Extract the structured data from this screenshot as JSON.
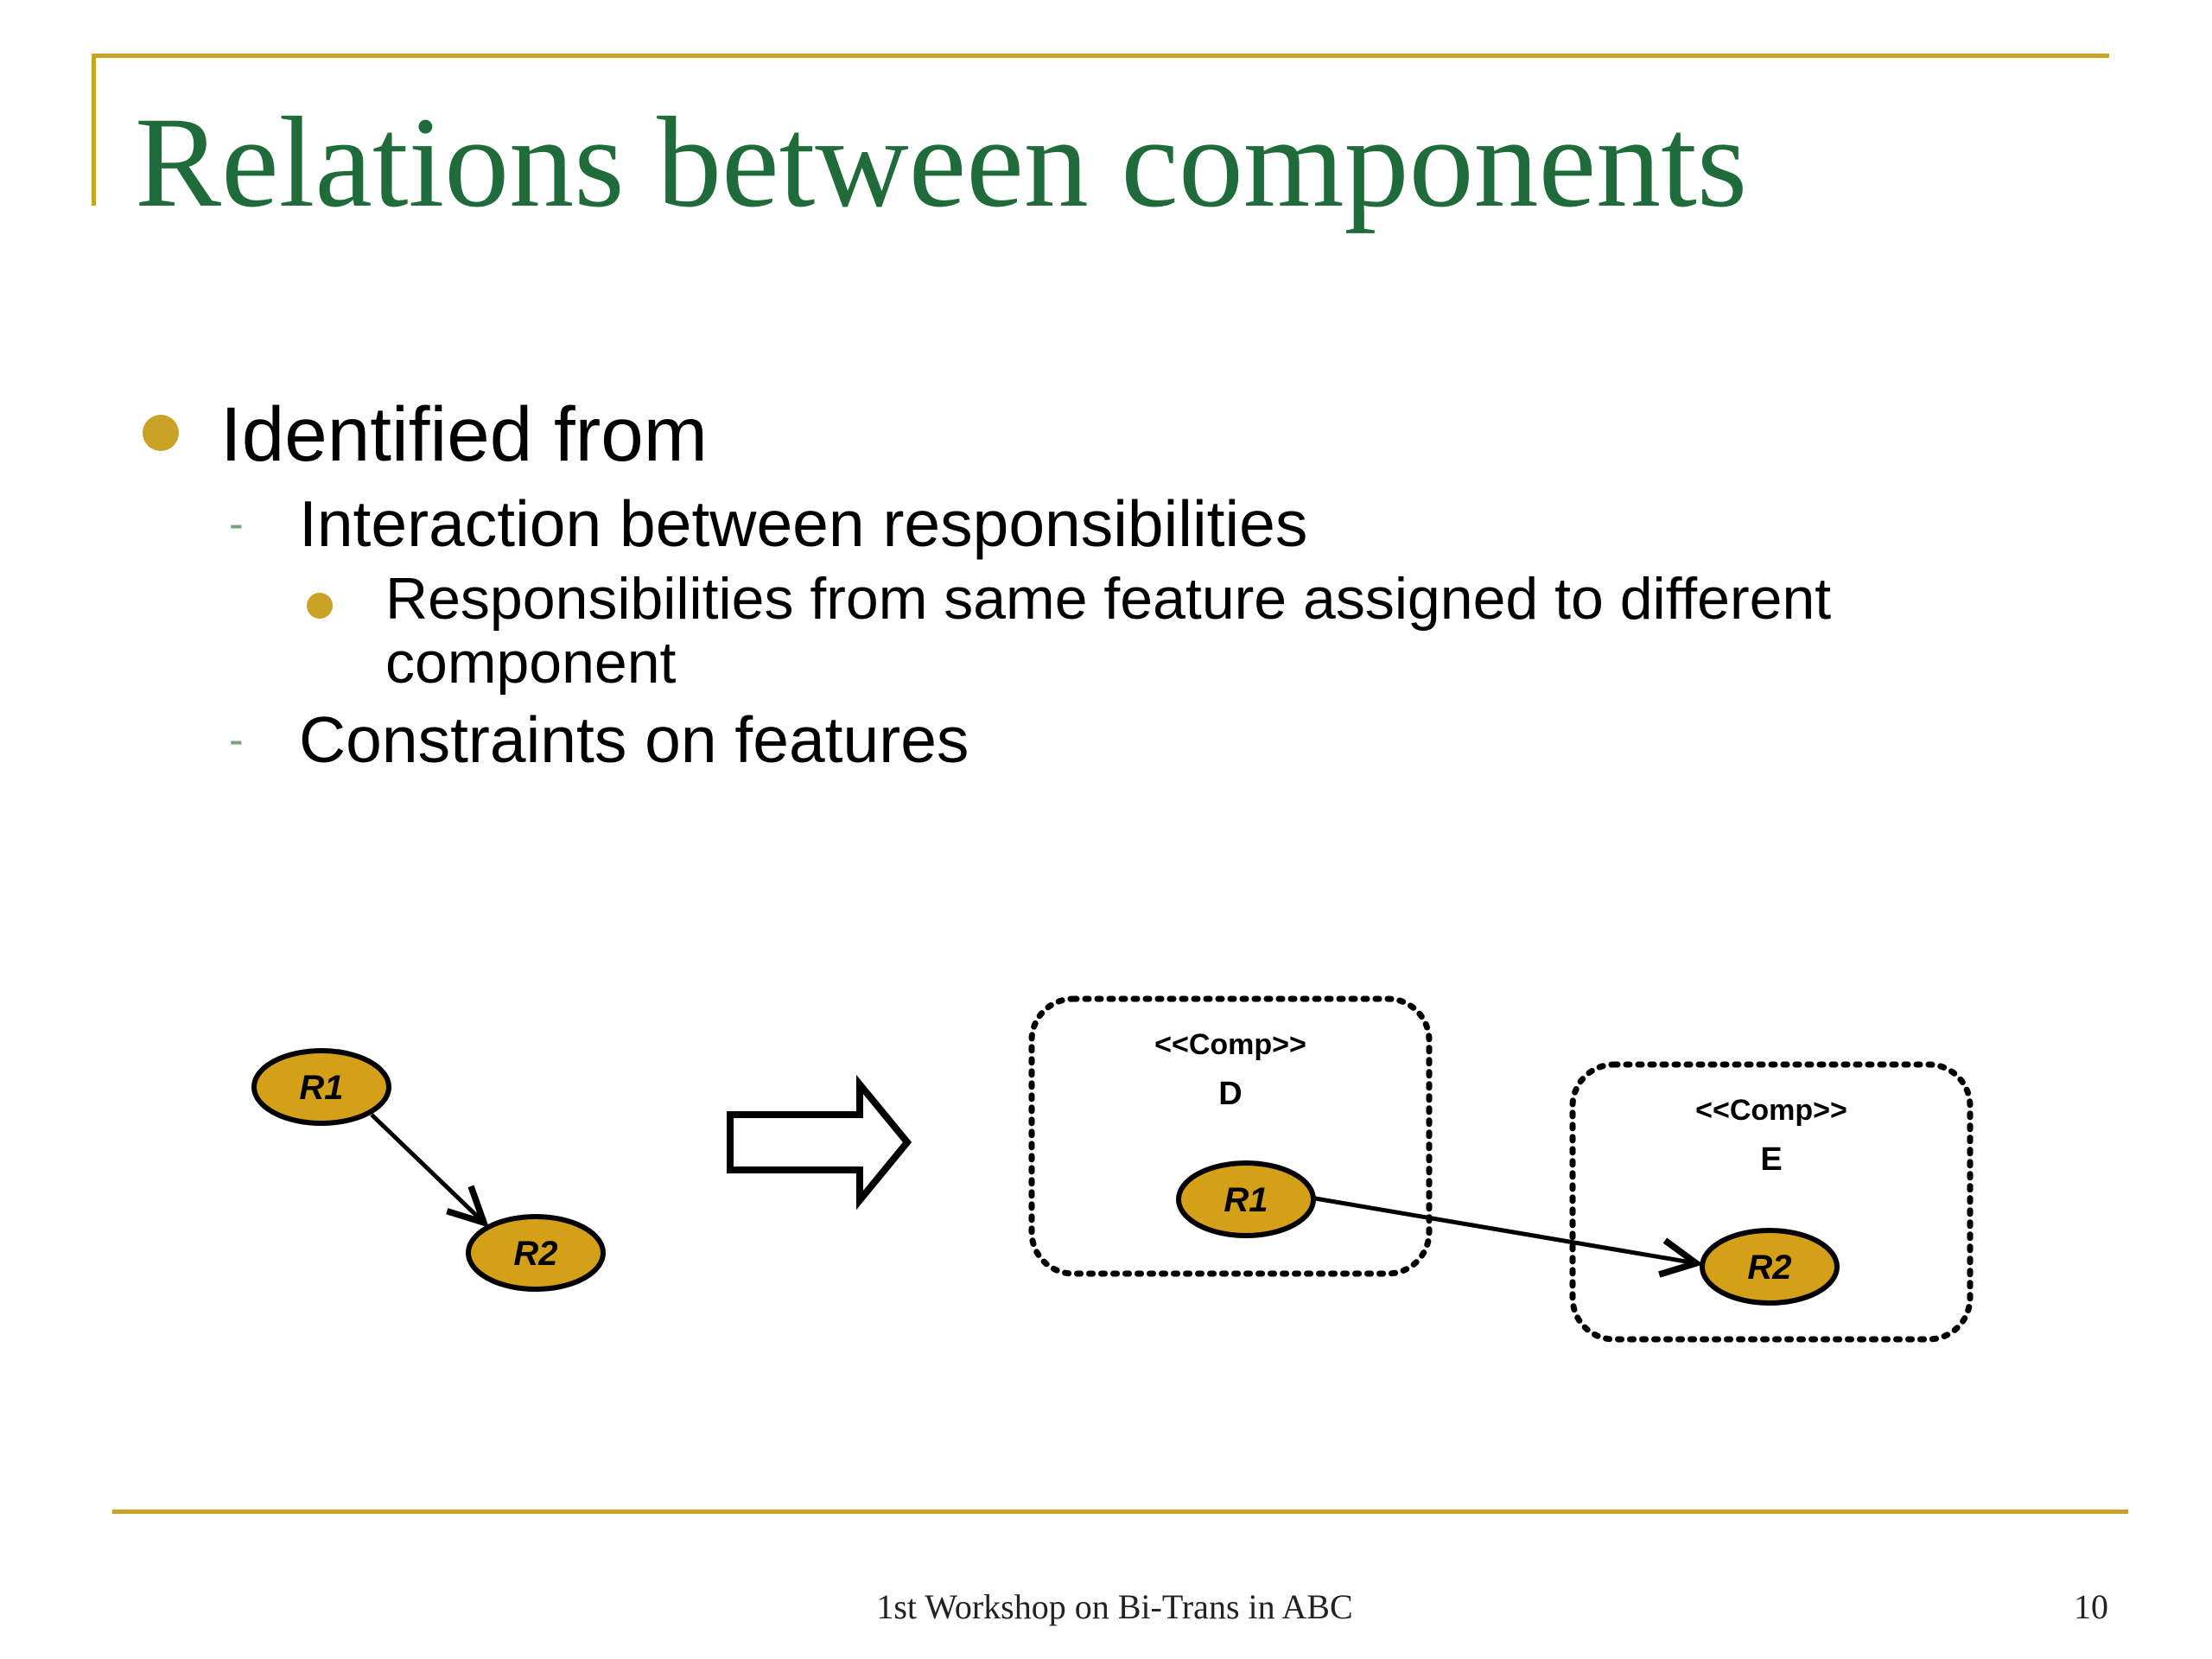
{
  "slide": {
    "title": "Relations between components",
    "bullets": {
      "level1": "Identified from",
      "level2_first": "Interaction between responsibilities",
      "level3": "Responsibilities from same feature assigned to different component",
      "level2_second": "Constraints on features"
    },
    "diagram": {
      "left": {
        "node_r1": "R1",
        "node_r2": "R2"
      },
      "right": {
        "component_d": {
          "stereotype": "<<Comp>>",
          "name": "D",
          "node": "R1"
        },
        "component_e": {
          "stereotype": "<<Comp>>",
          "name": "E",
          "node": "R2"
        }
      }
    },
    "footer": {
      "text": "1st Workshop on Bi-Trans in ABC",
      "page_number": "10"
    },
    "colors": {
      "accent": "#c9a227",
      "title": "#1f6b3a",
      "node_fill": "#d4a017"
    }
  }
}
